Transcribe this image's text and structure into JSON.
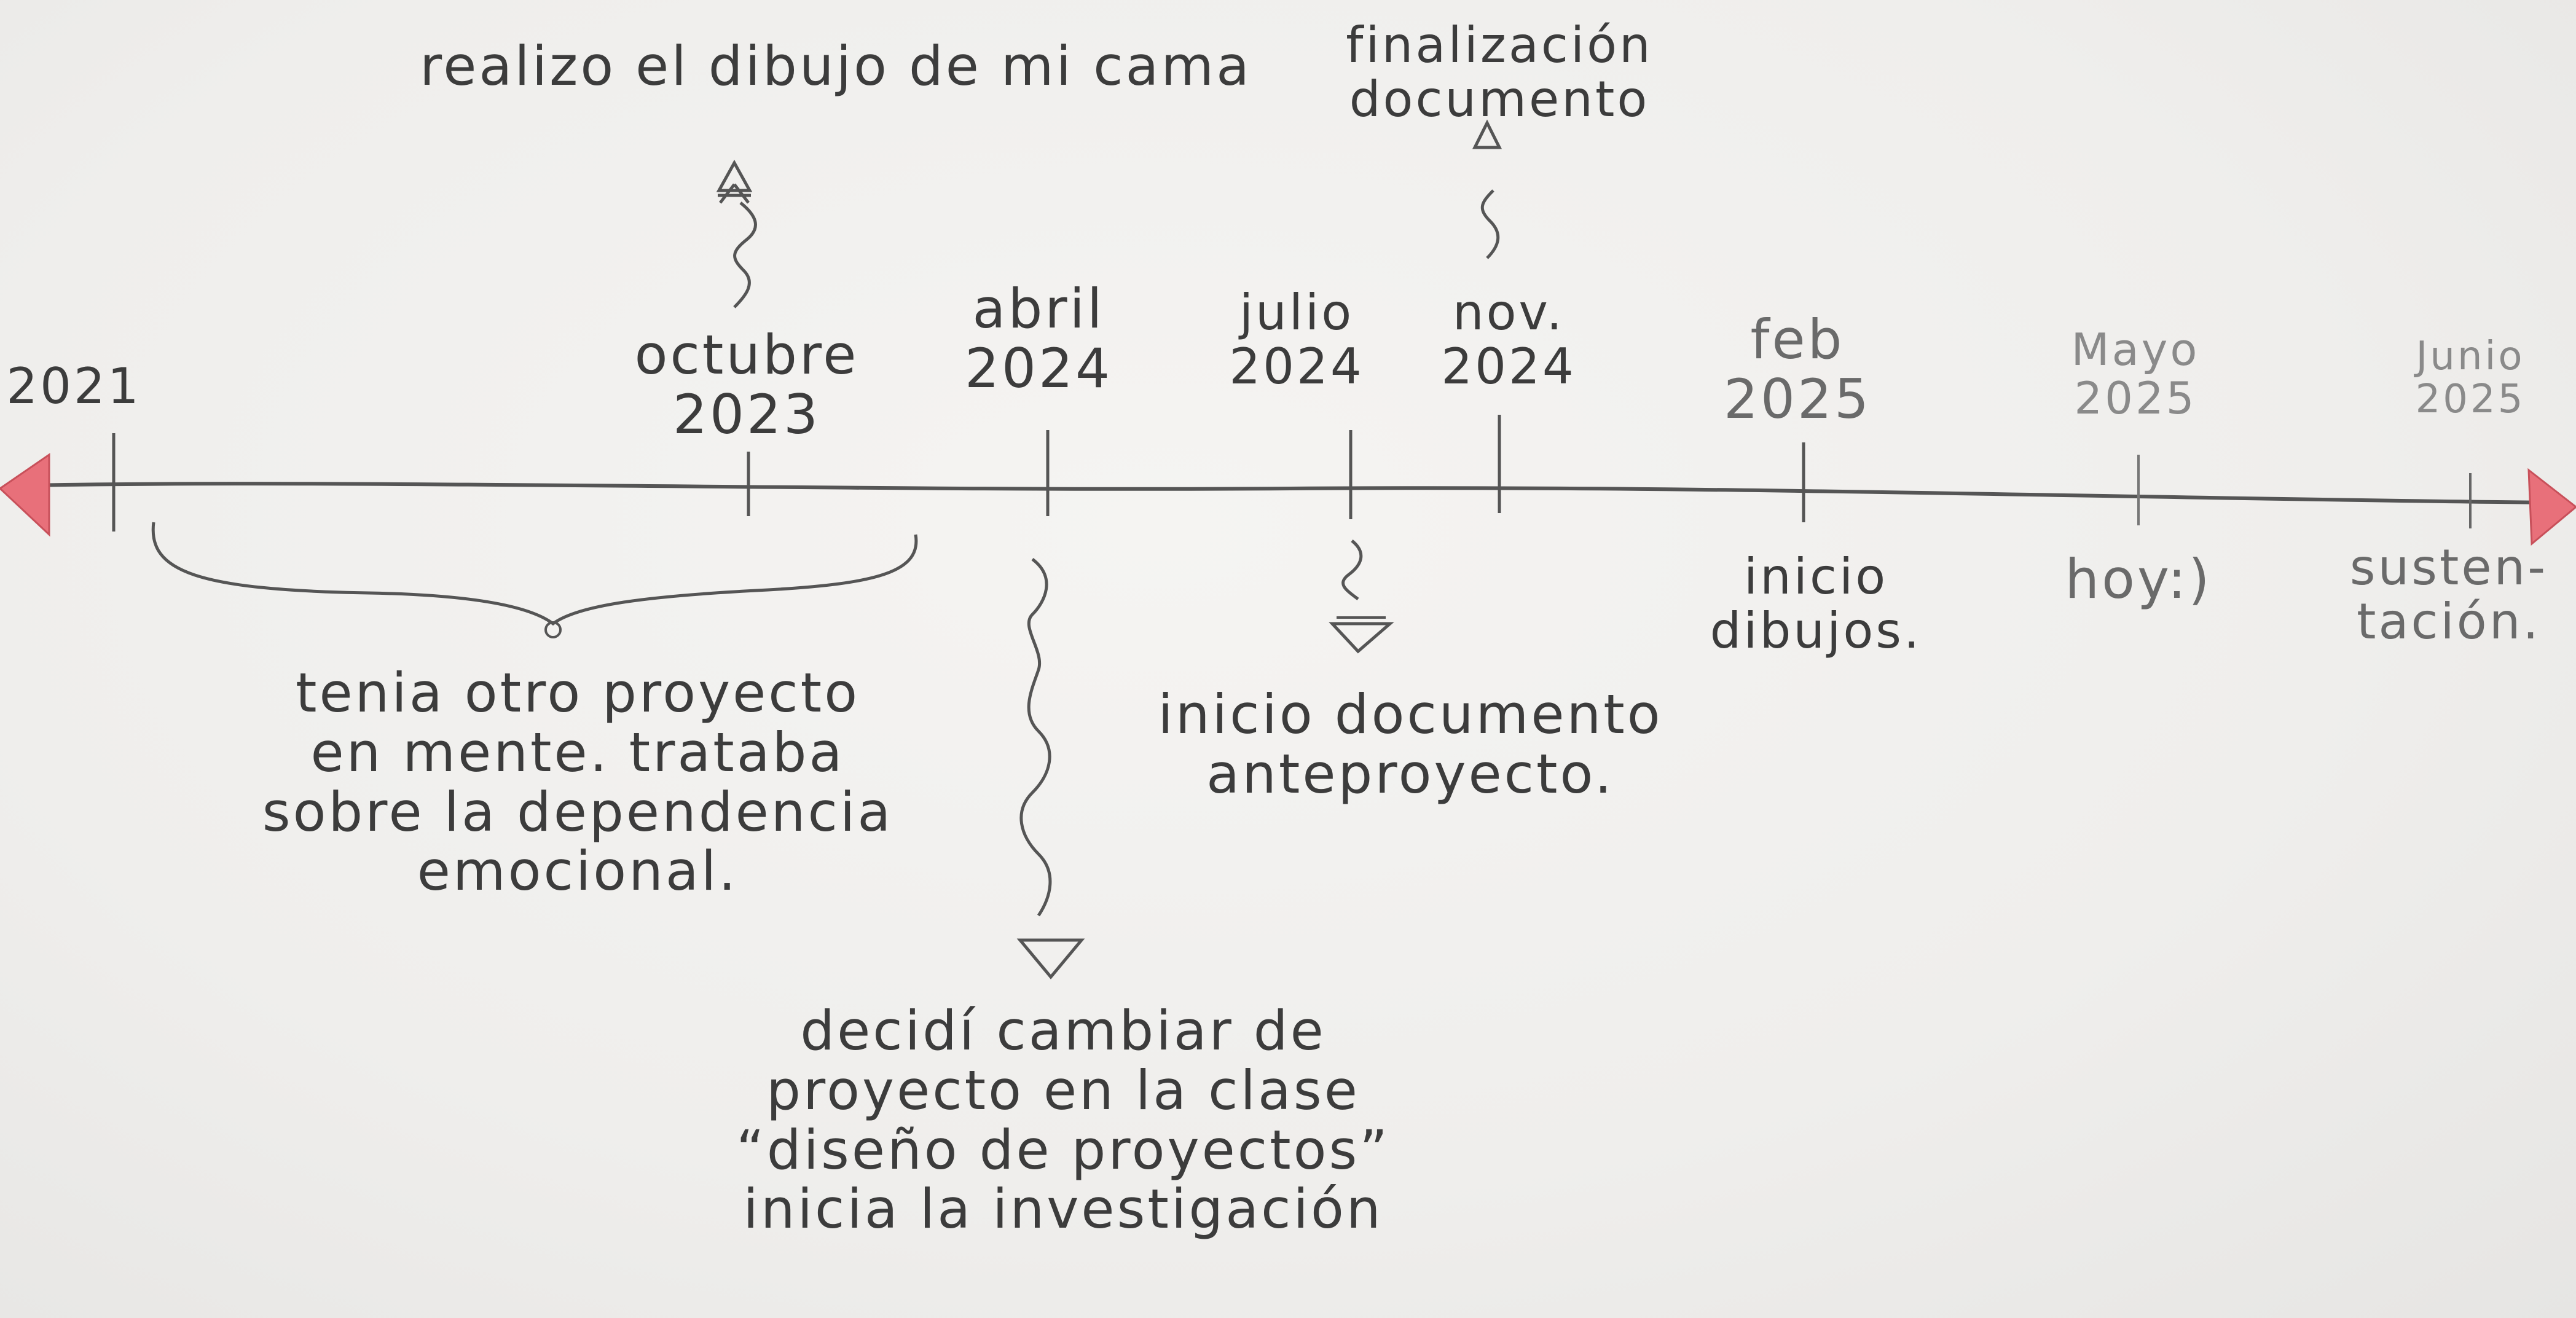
{
  "timeline": {
    "years": {
      "y2021": "2021",
      "oct2023": [
        "octubre",
        "2023"
      ],
      "apr2024": [
        "abril",
        "2024"
      ],
      "jul2024": [
        "julio",
        "2024"
      ],
      "nov2024": [
        "nov.",
        "2024"
      ],
      "feb2025": [
        "feb",
        "2025"
      ],
      "may2025": [
        "Mayo",
        "2025"
      ],
      "jun2025": [
        "Junio",
        "2025"
      ]
    },
    "notes": {
      "top_october": "realizo el dibujo de mi cama",
      "top_november": [
        "finalización",
        "documento"
      ],
      "bracket_note": [
        "tenia otro proyecto",
        "en mente. trataba",
        "sobre la dependencia",
        "emocional."
      ],
      "april_note": [
        "decidí cambiar de",
        "proyecto en la clase",
        "“diseño de proyectos”",
        "inicia la investigación"
      ],
      "july_note": [
        "inicio documento",
        "anteproyecto."
      ],
      "feb_note": [
        "inicio",
        "dibujos."
      ],
      "may_note": "hoy:)",
      "jun_note": [
        "susten-",
        "tación."
      ]
    },
    "colors": {
      "ink": "#3c3c3c",
      "arrowhead": "#e8707a"
    }
  }
}
